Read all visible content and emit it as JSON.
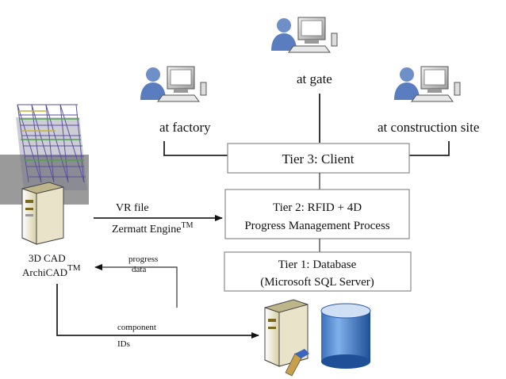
{
  "clients": {
    "factory": "at factory",
    "gate": "at gate",
    "site": "at construction site"
  },
  "tiers": {
    "tier3": "Tier 3: Client",
    "tier2_line1": "Tier 2: RFID + 4D",
    "tier2_line2": "Progress Management Process",
    "tier1_line1": "Tier 1: Database",
    "tier1_line2": "(Microsoft SQL Server)"
  },
  "cad": {
    "line1": "3D CAD",
    "line2": "ArchiCAD",
    "line2_sup": "TM"
  },
  "links": {
    "vr_file": "VR file",
    "engine": "Zermatt Engine",
    "engine_sup": "TM",
    "progress_line1": "progress",
    "progress_line2": "data",
    "component_line1": "component",
    "component_line2": "IDs"
  },
  "icons": {
    "client_user": "user-workstation-icon",
    "cad_model": "building-model-icon",
    "cad_server": "server-tower-icon",
    "db_server": "server-tower-icon",
    "db_cylinder": "database-cylinder-icon"
  }
}
